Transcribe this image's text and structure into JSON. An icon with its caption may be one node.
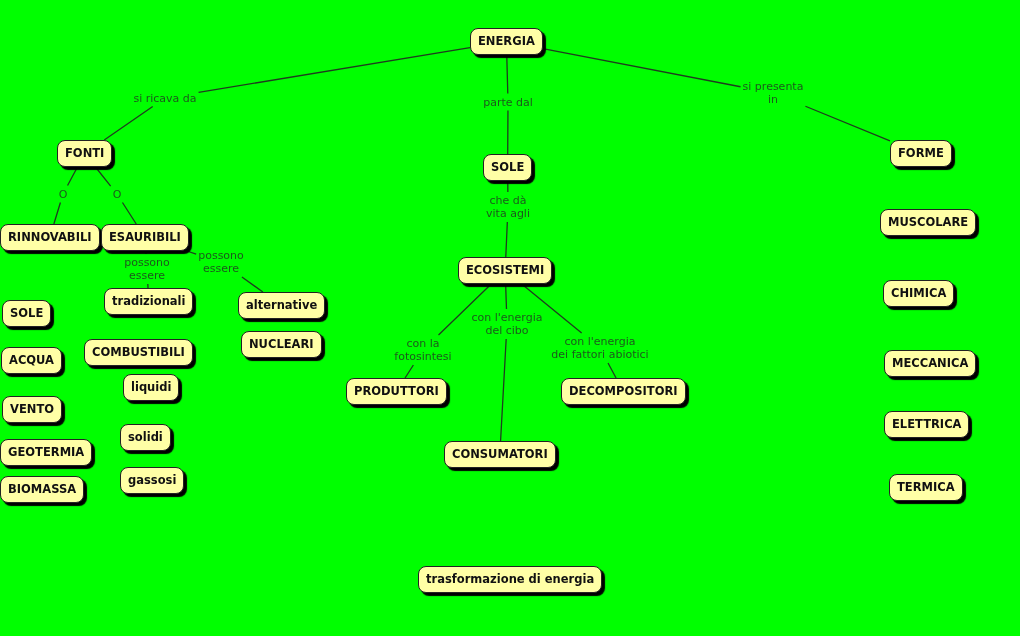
{
  "diagram": {
    "nodes": [
      {
        "text": [
          "ENERGIA"
        ]
      },
      {
        "text": [
          "FONTI"
        ]
      },
      {
        "text": [
          "SOLE"
        ]
      },
      {
        "text": [
          "FORME"
        ]
      },
      {
        "text": [
          "RINNOVABILI"
        ]
      },
      {
        "text": [
          "ESAURIBILI"
        ]
      },
      {
        "text": [
          "tradizionali"
        ]
      },
      {
        "text": [
          "alternative"
        ]
      },
      {
        "text": [
          "SOLE"
        ]
      },
      {
        "text": [
          "COMBUSTIBILI"
        ]
      },
      {
        "text": [
          "NUCLEARI"
        ]
      },
      {
        "text": [
          "ACQUA"
        ]
      },
      {
        "text": [
          "liquidi"
        ]
      },
      {
        "text": [
          "VENTO"
        ]
      },
      {
        "text": [
          "solidi"
        ]
      },
      {
        "text": [
          "GEOTERMIA"
        ]
      },
      {
        "text": [
          "gassosi"
        ]
      },
      {
        "text": [
          "BIOMASSA"
        ]
      },
      {
        "text": [
          "ECOSISTEMI"
        ]
      },
      {
        "text": [
          "PRODUTTORI"
        ]
      },
      {
        "text": [
          "DECOMPOSITORI"
        ]
      },
      {
        "text": [
          "CONSUMATORI"
        ]
      },
      {
        "text": [
          "MUSCOLARE"
        ]
      },
      {
        "text": [
          "CHIMICA"
        ]
      },
      {
        "text": [
          "MECCANICA"
        ]
      },
      {
        "text": [
          "ELETTRICA"
        ]
      },
      {
        "text": [
          "TERMICA"
        ]
      },
      {
        "text": [
          "trasformazione di energia"
        ]
      }
    ],
    "edges": [
      {
        "from": 0,
        "to": 1,
        "arrow": "none",
        "label": "si ricava da"
      },
      {
        "from": 0,
        "to": 2,
        "arrow": "none",
        "label": "parte dal"
      },
      {
        "from": 0,
        "to": 3,
        "arrow": "none",
        "label": "si presenta in"
      },
      {
        "from": 1,
        "to": 4,
        "arrow": "none",
        "label": "O"
      },
      {
        "from": 1,
        "to": 5,
        "arrow": "none",
        "label": "O"
      },
      {
        "from": 5,
        "to": 6,
        "arrow": "none",
        "label": "possono essere"
      },
      {
        "from": 5,
        "to": 7,
        "arrow": "none",
        "label": "possono essere"
      },
      {
        "from": 2,
        "to": 18,
        "arrow": "none",
        "label": "che dà vita agli"
      },
      {
        "from": 18,
        "to": 19,
        "arrow": "none",
        "label": "con la fotosintesi"
      },
      {
        "from": 18,
        "to": 21,
        "arrow": "none",
        "label": "con l'energia del cibo"
      },
      {
        "from": 18,
        "to": 20,
        "arrow": "none",
        "label": "con l'energia dei fattori abiotici"
      }
    ]
  }
}
